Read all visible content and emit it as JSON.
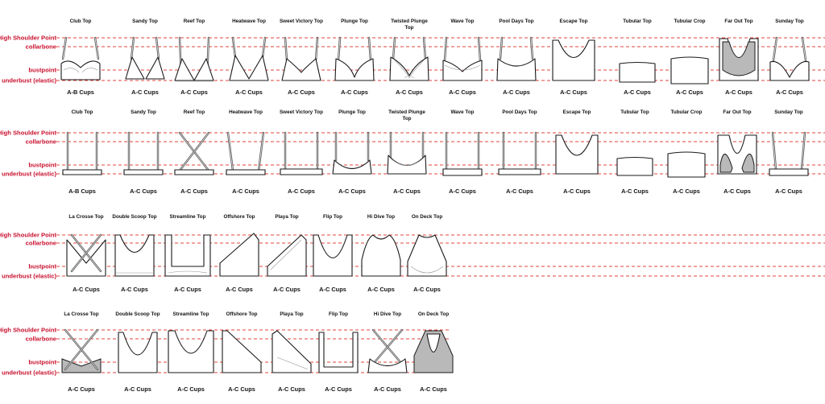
{
  "reference_labels": {
    "high_shoulder": "High Shoulder Point",
    "collarbone": "collarbone",
    "bustpoint": "bustpoint",
    "underbust": "underbust (elastic)"
  },
  "colors": {
    "guide_line": "#e0453c",
    "reference_text": "#c8102e",
    "outline": "#1a1a1a",
    "strap": "#555555",
    "fill_gray": "#b9b9b9"
  },
  "rows": [
    {
      "view": "front",
      "items": [
        {
          "name": "Club Top",
          "cups": "A-B Cups",
          "shape": "club"
        },
        {
          "name": "Sandy Top",
          "cups": "A-C Cups",
          "shape": "triangle"
        },
        {
          "name": "Reef Top",
          "cups": "A-C Cups",
          "shape": "reef"
        },
        {
          "name": "Heatwave Top",
          "cups": "A-C Cups",
          "shape": "heatwave"
        },
        {
          "name": "Sweet Victory Top",
          "cups": "A-C Cups",
          "shape": "sweet"
        },
        {
          "name": "Plunge Top",
          "cups": "A-C Cups",
          "shape": "plunge"
        },
        {
          "name": "Twisted Plunge Top",
          "cups": "A-C Cups",
          "shape": "twisted"
        },
        {
          "name": "Wave Top",
          "cups": "A-C Cups",
          "shape": "wave"
        },
        {
          "name": "Pool Days Top",
          "cups": "A-C Cups",
          "shape": "pooldays"
        },
        {
          "name": "Escape Top",
          "cups": "A-C Cups",
          "shape": "escape"
        },
        {
          "name": "Tubular Top",
          "cups": "A-C Cups",
          "shape": "tubular"
        },
        {
          "name": "Tubular Crop",
          "cups": "A-C Cups",
          "shape": "tubecrop"
        },
        {
          "name": "Far Out Top",
          "cups": "A-C Cups",
          "shape": "farout"
        },
        {
          "name": "Sunday Top",
          "cups": "A-C Cups",
          "shape": "sunday"
        }
      ]
    },
    {
      "view": "back",
      "items": [
        {
          "name": "Club Top",
          "cups": "A-B Cups",
          "shape": "back-straight"
        },
        {
          "name": "Sandy Top",
          "cups": "A-C Cups",
          "shape": "back-straight"
        },
        {
          "name": "Reef Top",
          "cups": "A-C Cups",
          "shape": "back-cross"
        },
        {
          "name": "Heatwave Top",
          "cups": "A-C Cups",
          "shape": "back-angled"
        },
        {
          "name": "Sweet Victory Top",
          "cups": "A-C Cups",
          "shape": "back-straight-wide"
        },
        {
          "name": "Plunge Top",
          "cups": "A-C Cups",
          "shape": "back-u"
        },
        {
          "name": "Twisted Plunge Top",
          "cups": "A-C Cups",
          "shape": "back-twisted"
        },
        {
          "name": "Wave Top",
          "cups": "A-C Cups",
          "shape": "back-u-low"
        },
        {
          "name": "Pool Days Top",
          "cups": "A-C Cups",
          "shape": "back-straight-wide"
        },
        {
          "name": "Escape Top",
          "cups": "A-C Cups",
          "shape": "back-scoop"
        },
        {
          "name": "Tubular Top",
          "cups": "A-C Cups",
          "shape": "tubular"
        },
        {
          "name": "Tubular Crop",
          "cups": "A-C Cups",
          "shape": "tubecrop"
        },
        {
          "name": "Far Out Top",
          "cups": "A-C Cups",
          "shape": "back-racer-gray"
        },
        {
          "name": "Sunday Top",
          "cups": "A-C Cups",
          "shape": "back-angled-in"
        }
      ]
    },
    {
      "view": "front",
      "items": [
        {
          "name": "La Crosse Top",
          "cups": "A-C Cups",
          "shape": "lacrosse"
        },
        {
          "name": "Double Scoop Top",
          "cups": "A-C Cups",
          "shape": "doublescoop"
        },
        {
          "name": "Streamline Top",
          "cups": "A-C Cups",
          "shape": "streamline"
        },
        {
          "name": "Offshore Top",
          "cups": "A-C Cups",
          "shape": "offshore"
        },
        {
          "name": "Playa Top",
          "cups": "A-C Cups",
          "shape": "playa"
        },
        {
          "name": "Flip Top",
          "cups": "A-C Cups",
          "shape": "flip"
        },
        {
          "name": "Hi Dive Top",
          "cups": "A-C Cups",
          "shape": "hidive"
        },
        {
          "name": "On Deck Top",
          "cups": "A-C Cups",
          "shape": "ondeck"
        }
      ]
    },
    {
      "view": "back",
      "items": [
        {
          "name": "La Crosse Top",
          "cups": "A-C Cups",
          "shape": "back-lacrosse"
        },
        {
          "name": "Double Scoop Top",
          "cups": "A-C Cups",
          "shape": "back-scoop-deep"
        },
        {
          "name": "Streamline Top",
          "cups": "A-C Cups",
          "shape": "back-streamline"
        },
        {
          "name": "Offshore Top",
          "cups": "A-C Cups",
          "shape": "back-offshore"
        },
        {
          "name": "Playa Top",
          "cups": "A-C Cups",
          "shape": "back-playa"
        },
        {
          "name": "Flip Top",
          "cups": "A-C Cups",
          "shape": "back-flip"
        },
        {
          "name": "Hi Dive Top",
          "cups": "A-C Cups",
          "shape": "back-hidive"
        },
        {
          "name": "On Deck Top",
          "cups": "A-C Cups",
          "shape": "back-ondeck"
        }
      ]
    }
  ]
}
